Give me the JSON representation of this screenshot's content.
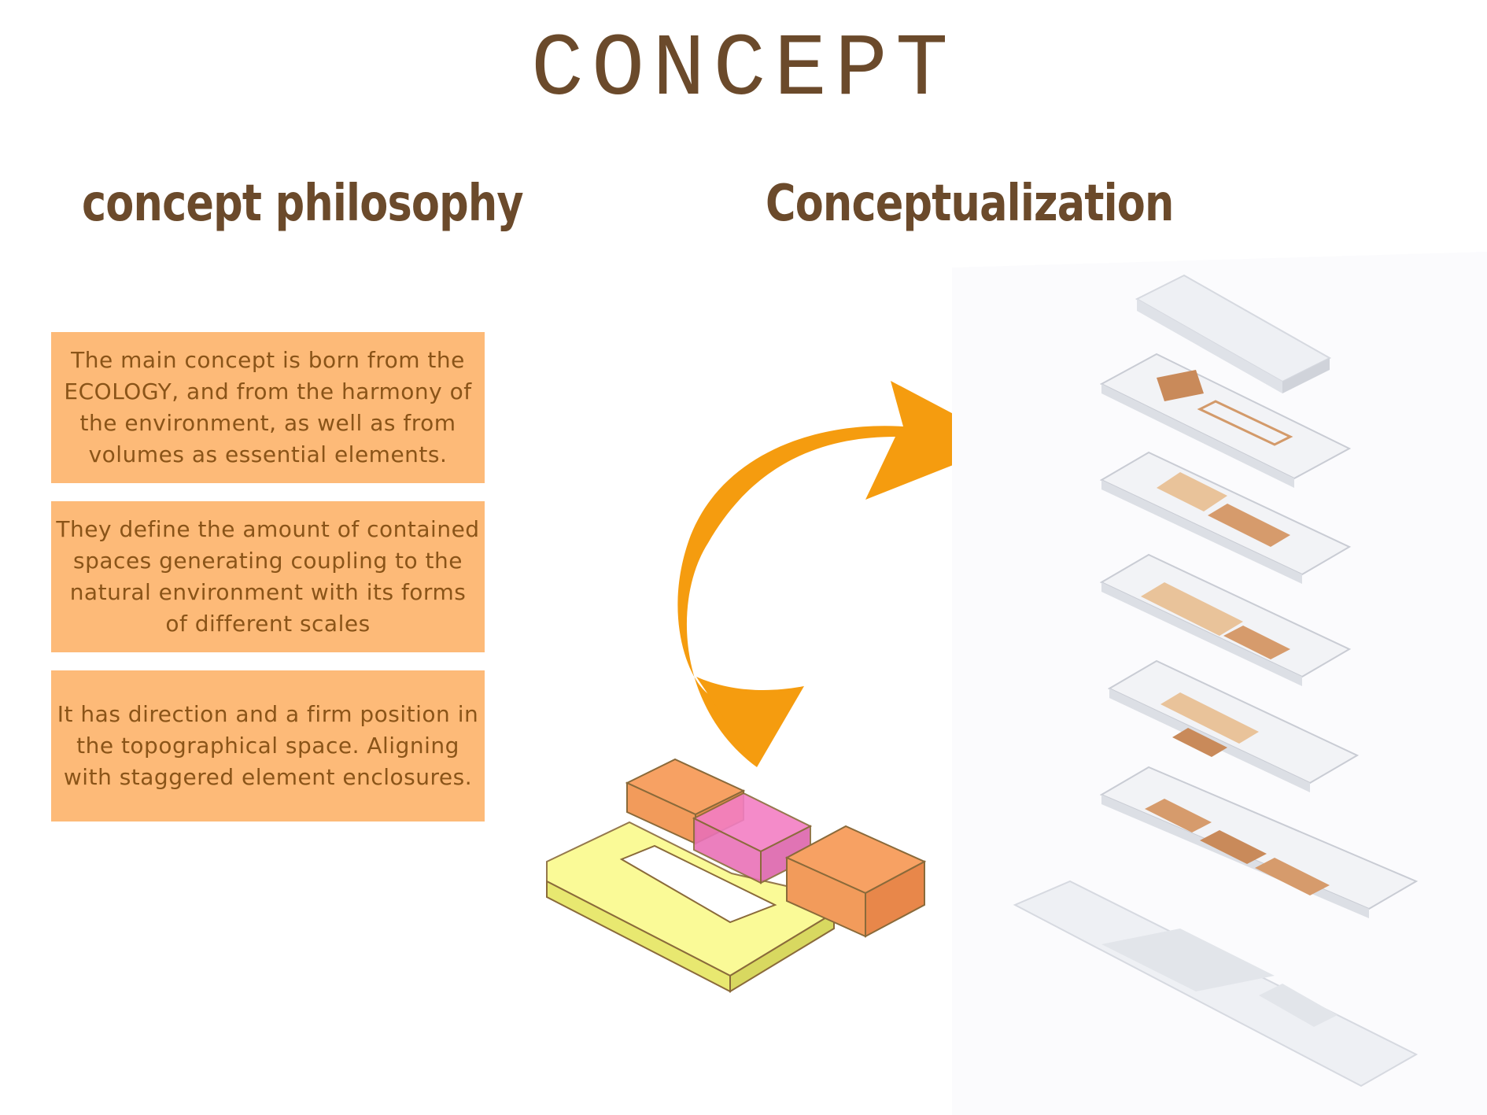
{
  "page": {
    "title": "CONCEPT"
  },
  "left_section": {
    "heading": "concept  philosophy",
    "paragraphs": [
      "The main concept is born from the ECOLOGY, and from the harmony of the environment, as well as from volumes as essential elements.",
      "They define the amount of contained spaces generating coupling to the natural environment with its forms of different scales",
      "It has direction and a firm position in the topographical space. Aligning with staggered element enclosures."
    ]
  },
  "right_section": {
    "heading": "Conceptualization"
  },
  "colors": {
    "heading_brown": "#6b4a2b",
    "box_fill": "#fdba78",
    "box_text": "#8a5418",
    "arrow_orange": "#f59c0f",
    "volume_orange": "#f7a163",
    "volume_pink": "#f37fc4",
    "volume_yellow": "#fafa8c"
  },
  "illustrations": {
    "massing_model": "volumetric-massing-model",
    "arrow": "curved-transformation-arrow",
    "exploded_axonometric": "exploded-floor-axonometric"
  }
}
